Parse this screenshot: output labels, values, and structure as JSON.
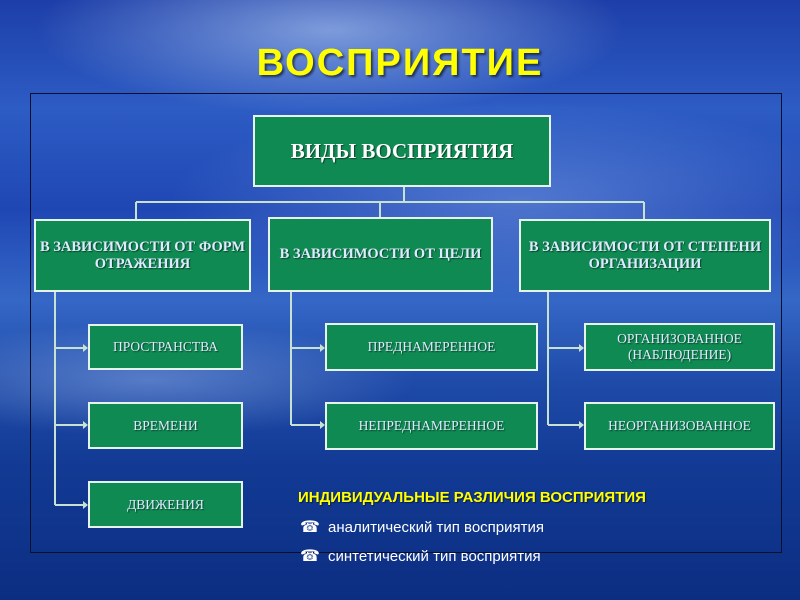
{
  "title": "ВОСПРИЯТИЕ",
  "root": {
    "label": "ВИДЫ  ВОСПРИЯТИЯ"
  },
  "categories": [
    {
      "label": "В ЗАВИСИМОСТИ ОТ ФОРМ ОТРАЖЕНИЯ",
      "items": [
        "ПРОСТРАНСТВА",
        "ВРЕМЕНИ",
        "ДВИЖЕНИЯ"
      ]
    },
    {
      "label": "В ЗАВИСИМОСТИ ОТ ЦЕЛИ",
      "items": [
        "ПРЕДНАМЕРЕННОЕ",
        "НЕПРЕДНАМЕРЕННОЕ"
      ]
    },
    {
      "label": "В ЗАВИСИМОСТИ  ОТ СТЕПЕНИ ОРГАНИЗАЦИИ",
      "items": [
        "ОРГАНИЗОВАННОЕ (НАБЛЮДЕНИЕ)",
        "НЕОРГАНИЗОВАННОЕ"
      ]
    }
  ],
  "individual": {
    "heading": "ИНДИВИДУАЛЬНЫЕ РАЗЛИЧИЯ ВОСПРИЯТИЯ",
    "items": [
      "аналитический тип восприятия",
      "синтетический тип восприятия"
    ],
    "bullet_icon": "telephone-icon"
  },
  "colors": {
    "title": "#ffff00",
    "box_fill": "#0f8a52",
    "box_border": "#e6f3ea",
    "connector": "#c7e2d0"
  }
}
